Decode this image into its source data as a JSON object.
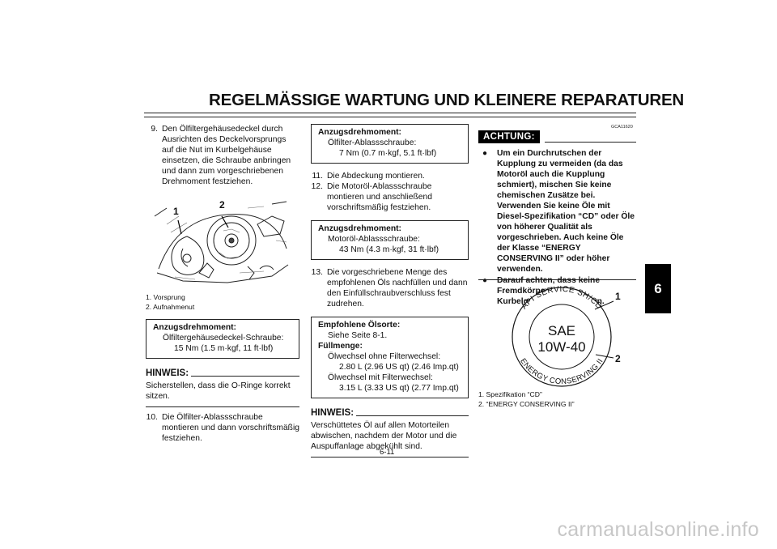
{
  "header": {
    "title": "REGELMÄSSIGE WARTUNG UND KLEINERE REPARATUREN",
    "chapter": "6"
  },
  "col1": {
    "step9": {
      "num": "9.",
      "text": "Den Ölfiltergehäusedeckel durch Ausrichten des Deckelvorsprungs auf die Nut im Kurbelgehäuse einsetzen, die Schraube anbringen und dann zum vorgeschriebenen Drehmoment festziehen."
    },
    "figure_callouts": [
      "1",
      "2"
    ],
    "legend": [
      "1. Vorsprung",
      "2. Aufnahmenut"
    ],
    "spec": {
      "title": "Anzugsdrehmoment:",
      "item": "Ölfiltergehäusedeckel-Schraube:",
      "value": "15 Nm (1.5 m·kgf, 11 ft·lbf)"
    },
    "hinweis": {
      "label": "HINWEIS:",
      "text": "Sicherstellen, dass die O-Ringe korrekt sitzen."
    },
    "step10": {
      "num": "10.",
      "text": "Die Ölfilter-Ablassschraube montieren und dann vorschriftsmäßig festziehen."
    }
  },
  "col2": {
    "spec1": {
      "title": "Anzugsdrehmoment:",
      "item": "Ölfilter-Ablassschraube:",
      "value": "7 Nm (0.7 m·kgf, 5.1 ft·lbf)"
    },
    "step11": {
      "num": "11.",
      "text": "Die Abdeckung montieren."
    },
    "step12": {
      "num": "12.",
      "text": "Die Motoröl-Ablassschraube montieren und anschließend vorschriftsmäßig festziehen."
    },
    "spec2": {
      "title": "Anzugsdrehmoment:",
      "item": "Motoröl-Ablassschraube:",
      "value": "43 Nm (4.3 m·kgf, 31 ft·lbf)"
    },
    "step13": {
      "num": "13.",
      "text": "Die vorgeschriebene Menge des empfohlenen Öls nachfüllen und dann den Einfüllschraubverschluss fest zudrehen."
    },
    "oil_box": {
      "oil_title": "Empfohlene Ölsorte:",
      "oil_value": "Siehe Seite 8-1.",
      "fill_title": "Füllmenge:",
      "without_filter": "Ölwechsel ohne Filterwechsel:",
      "without_value": "2.80 L (2.96 US qt) (2.46 Imp.qt)",
      "with_filter": "Ölwechsel mit Filterwechsel:",
      "with_value": "3.15 L (3.33 US qt) (2.77 Imp.qt)"
    },
    "hinweis": {
      "label": "HINWEIS:",
      "text": "Verschüttetes Öl auf allen Motorteilen abwischen, nachdem der Motor und die Auspuffanlage abgekühlt sind."
    }
  },
  "col3": {
    "code": "GCA11620",
    "achtung_label": "ACHTUNG:",
    "warnings": [
      "Um ein Durchrutschen der Kupplung zu vermeiden (da das Motoröl auch die Kupplung schmiert), mischen Sie keine chemischen Zusätze bei. Verwenden Sie keine Öle mit Diesel-Spezifikation “CD” oder Öle von höherer Qualität als vorgeschrieben. Auch keine Öle der Klasse “ENERGY CONSERVING II” oder höher verwenden.",
      "Darauf achten, dass keine Fremdkörper in das Kurbelgehäuse eindringen."
    ],
    "emblem": {
      "top_text": "API SERVICE SH/CD",
      "center_line1": "SAE",
      "center_line2": "10W-40",
      "bottom_text": "ENERGY CONSERVING II",
      "callouts": [
        "1",
        "2"
      ]
    },
    "legend": [
      "1. Spezifikation “CD”",
      "2. “ENERGY CONSERVING II”"
    ]
  },
  "footer": {
    "page_number": "6-11",
    "watermark": "carmanualsonline.info"
  }
}
